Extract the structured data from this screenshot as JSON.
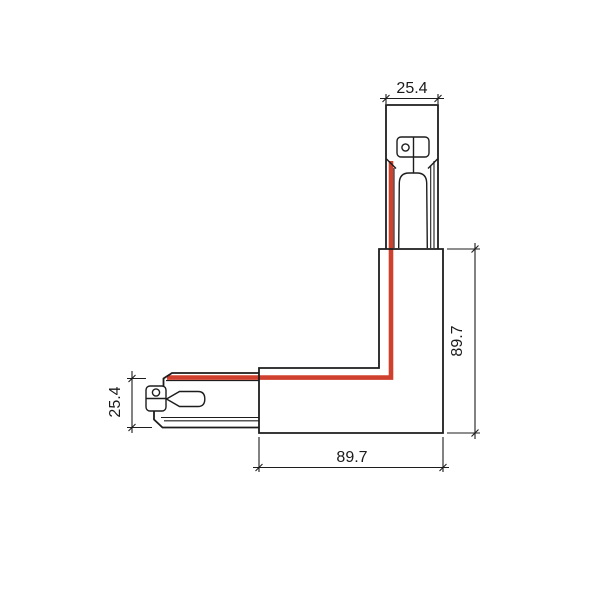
{
  "drawing": {
    "type": "technical-drawing",
    "subject": "L-shaped track lighting corner connector, plan view with earth conductor marked in red"
  },
  "dimensions": {
    "top_width": "25.4",
    "left_height": "25.4",
    "right_height": "89.7",
    "bottom_width": "89.7"
  },
  "colors": {
    "earth_line": "#d0402e",
    "outline": "#1d1d1d",
    "background": "#ffffff"
  }
}
